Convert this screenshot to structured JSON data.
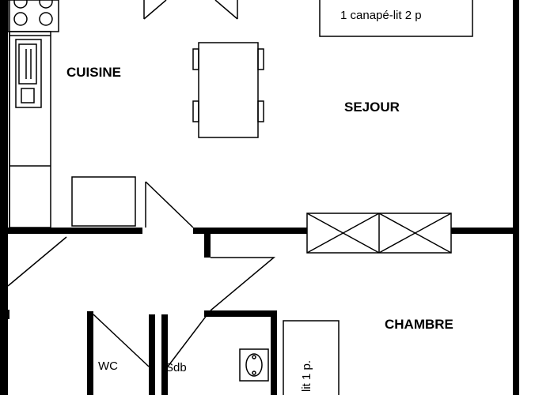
{
  "colors": {
    "wall": "#000000",
    "background": "#ffffff",
    "line": "#000000"
  },
  "rooms": {
    "cuisine": "CUISINE",
    "sejour": "SEJOUR",
    "chambre": "CHAMBRE",
    "wc": "WC",
    "sdb": "Sdb"
  },
  "furniture": {
    "sofa_bed": "1 canapé-lit 2 p",
    "single_bed": "lit 1 p."
  }
}
